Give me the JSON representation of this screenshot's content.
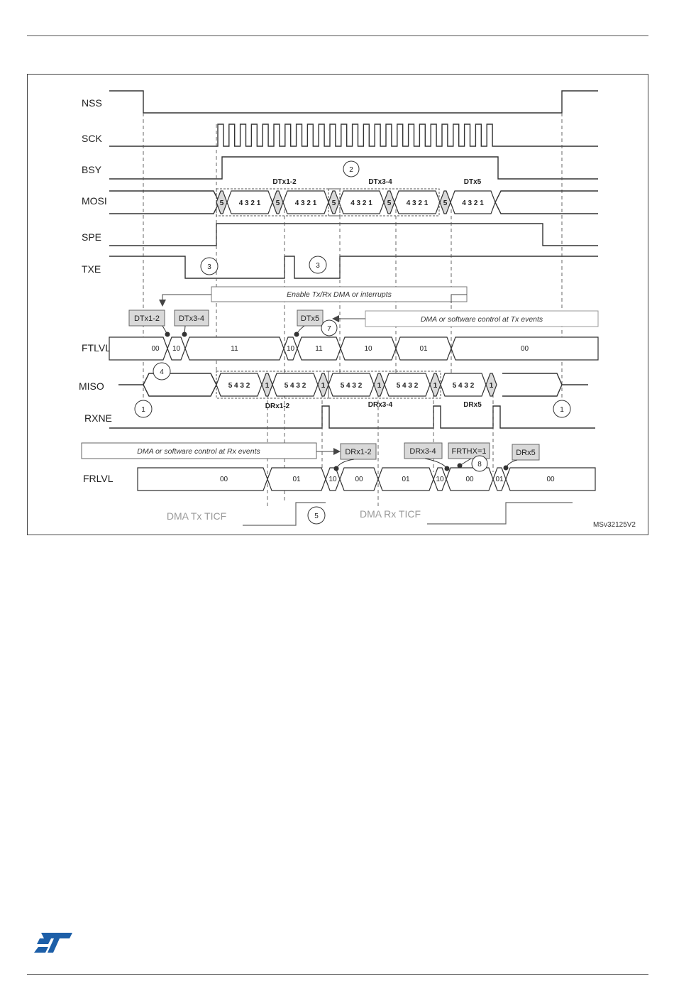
{
  "figure_id": "MSv32125V2",
  "signals": [
    {
      "key": "nss",
      "label": "NSS"
    },
    {
      "key": "sck",
      "label": "SCK"
    },
    {
      "key": "bsy",
      "label": "BSY"
    },
    {
      "key": "mosi",
      "label": "MOSI"
    },
    {
      "key": "spe",
      "label": "SPE"
    },
    {
      "key": "txe",
      "label": "TXE"
    },
    {
      "key": "ftlvl",
      "label": "FTLVL"
    },
    {
      "key": "miso",
      "label": "MISO"
    },
    {
      "key": "rxne",
      "label": "RXNE"
    },
    {
      "key": "frlvl",
      "label": "FRLVL"
    }
  ],
  "mosi": {
    "groups": [
      "DTx1-2",
      "DTx3-4",
      "DTx5"
    ],
    "frame_start": "5",
    "frame_bits": "4 3 2 1"
  },
  "miso": {
    "groups": [
      "DRx1-2",
      "DRx3-4",
      "DRx5"
    ],
    "frame_bits": "5 4 3 2",
    "frame_end": "1"
  },
  "ftlvl_values": [
    "00",
    "10",
    "11",
    "10",
    "11",
    "10",
    "01",
    "00"
  ],
  "frlvl_values": [
    "00",
    "01",
    "10",
    "00",
    "01",
    "10",
    "00",
    "01",
    "00"
  ],
  "tx_tags": [
    "DTx1-2",
    "DTx3-4",
    "DTx5"
  ],
  "rx_tags": [
    "DRx1-2",
    "DRx3-4",
    "FRTHX=1",
    "DRx5"
  ],
  "notes": {
    "enable": "Enable Tx/Rx DMA or interrupts",
    "tx_events": "DMA or software control at Tx events",
    "rx_events": "DMA or software control at Rx events",
    "dma_tx": "DMA Tx TICF",
    "dma_rx": "DMA Rx TICF"
  },
  "callouts": [
    "1",
    "1",
    "2",
    "3",
    "3",
    "4",
    "5",
    "7",
    "8"
  ],
  "colors": {
    "line": "#333333",
    "fill": "#d9d9d9",
    "muted": "#999999",
    "logo": "#1d5fa8"
  }
}
